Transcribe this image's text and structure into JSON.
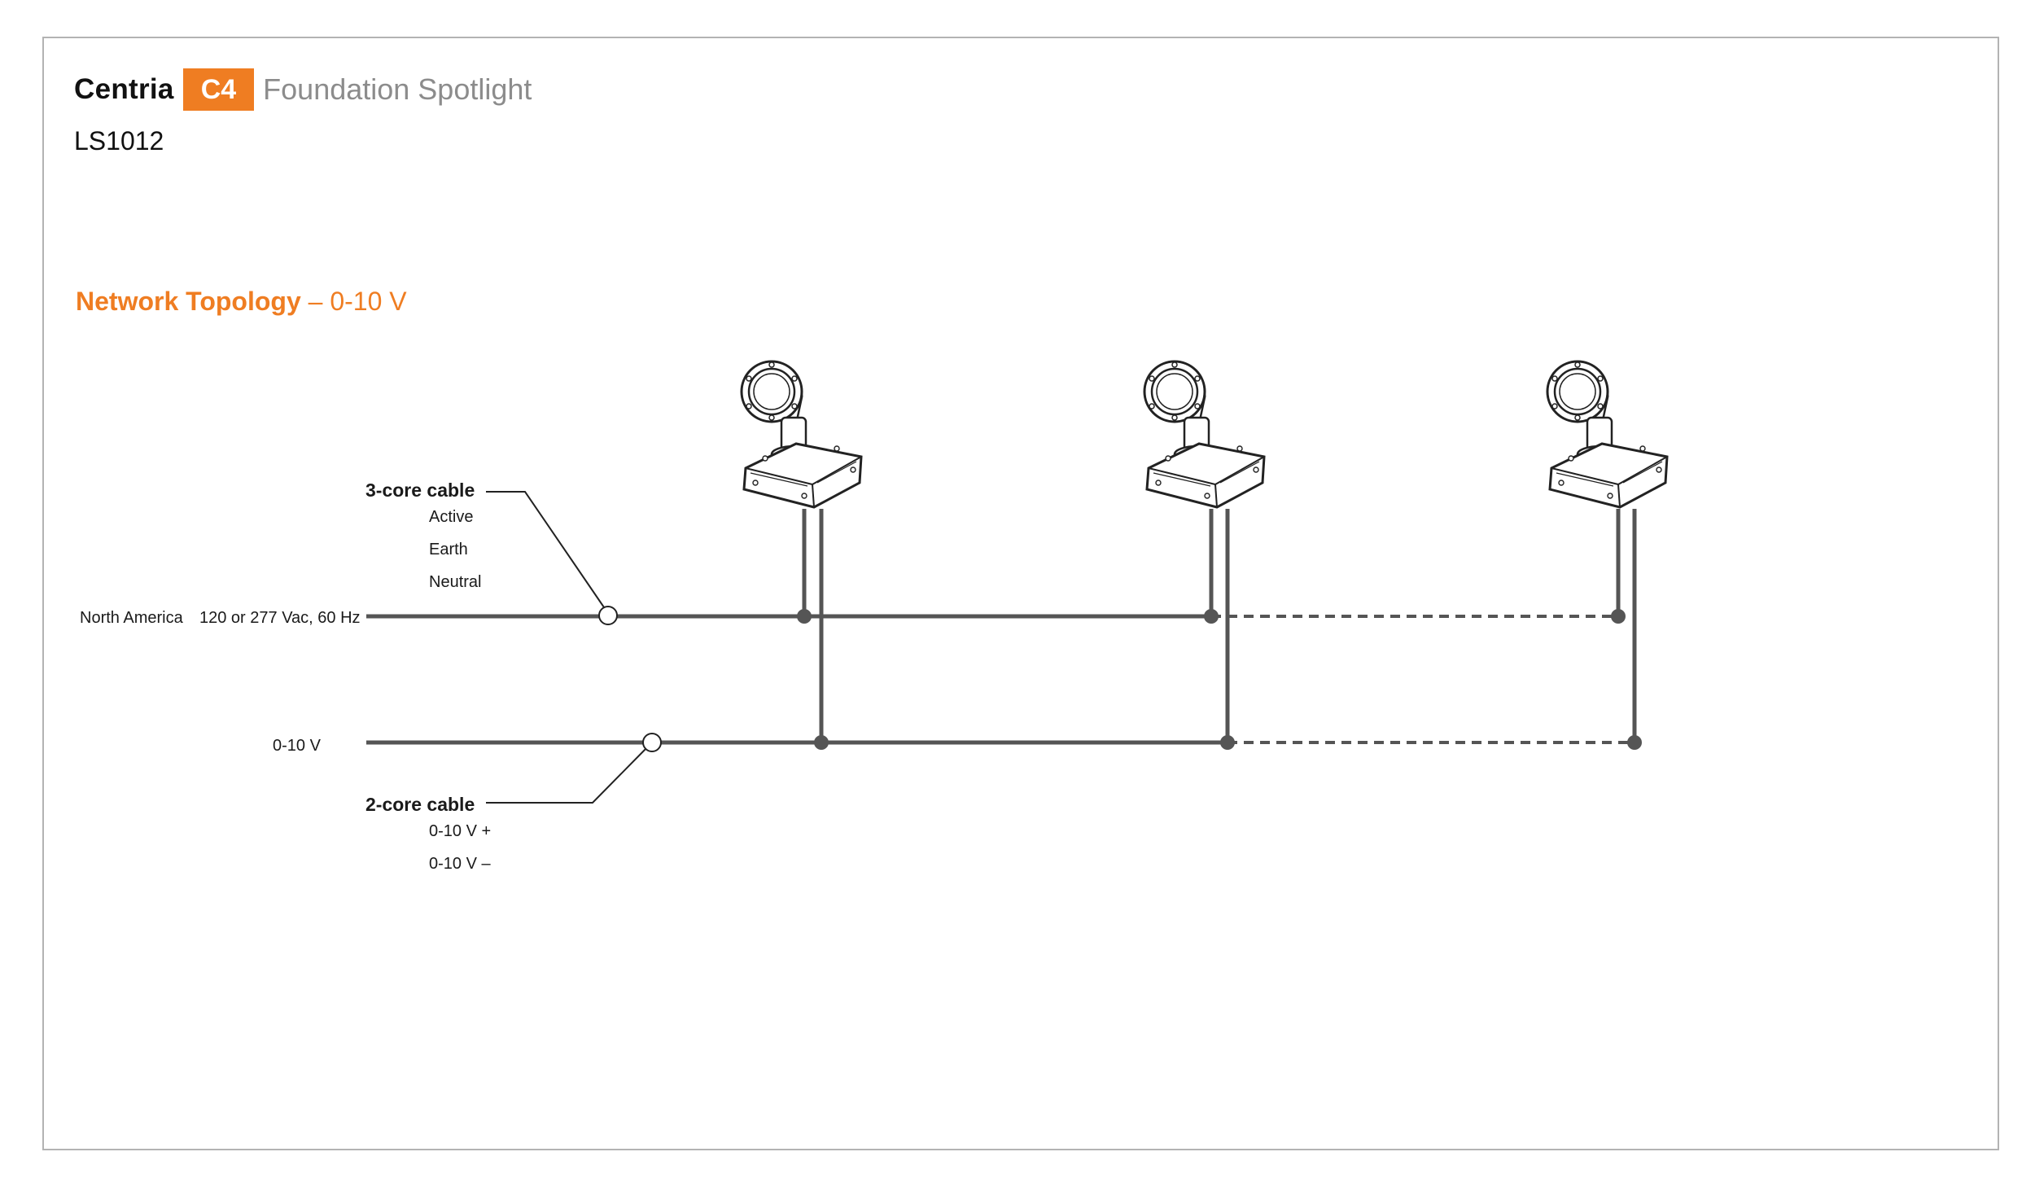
{
  "header": {
    "brand": "Centria",
    "badge": "C4",
    "product": "Foundation Spotlight",
    "model": "LS1012"
  },
  "section": {
    "title_bold": "Network Topology",
    "title_rest": " – 0-10 V"
  },
  "diagram": {
    "power_line": {
      "region": "North America",
      "supply": "120 or 277 Vac, 60 Hz"
    },
    "control_line": {
      "label": "0-10 V"
    },
    "cable_3core": {
      "title": "3-core cable",
      "cores": [
        "Active",
        "Earth",
        "Neutral"
      ]
    },
    "cable_2core": {
      "title": "2-core cable",
      "cores": [
        "0-10 V +",
        "0-10 V –"
      ]
    },
    "fixture_count": 3,
    "line_color": "#555555",
    "accent_color": "#ef7d22"
  }
}
